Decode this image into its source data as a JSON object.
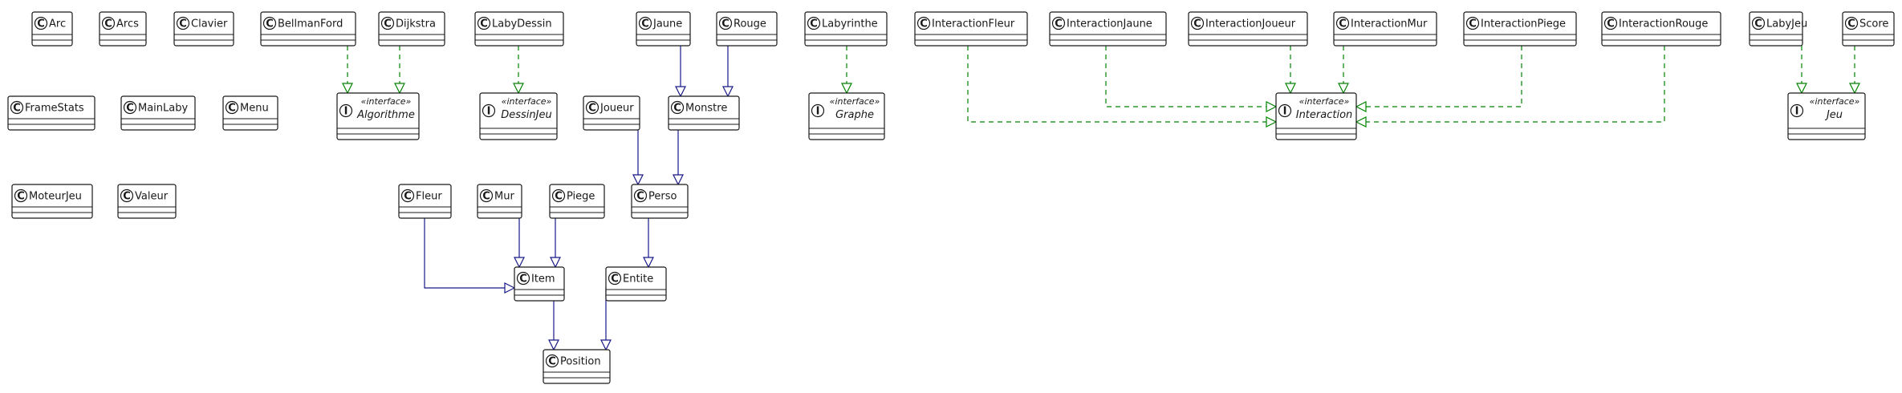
{
  "colors": {
    "background": "#ffffff",
    "box_stroke": "#181818",
    "box_fill": "#ffffff",
    "inheritance": "#181888",
    "realization": "#008400",
    "class_badge_fill": "#ffffff",
    "interface_badge_fill": "#ffffff"
  },
  "stereotype_label": "«interface»",
  "classes": [
    {
      "id": "Arc",
      "name": "Arc",
      "kind": "class"
    },
    {
      "id": "Arcs",
      "name": "Arcs",
      "kind": "class"
    },
    {
      "id": "Clavier",
      "name": "Clavier",
      "kind": "class"
    },
    {
      "id": "BellmanFord",
      "name": "BellmanFord",
      "kind": "class"
    },
    {
      "id": "Dijkstra",
      "name": "Dijkstra",
      "kind": "class"
    },
    {
      "id": "LabyDessin",
      "name": "LabyDessin",
      "kind": "class"
    },
    {
      "id": "Jaune",
      "name": "Jaune",
      "kind": "class"
    },
    {
      "id": "Rouge",
      "name": "Rouge",
      "kind": "class"
    },
    {
      "id": "Labyrinthe",
      "name": "Labyrinthe",
      "kind": "class"
    },
    {
      "id": "InteractionFleur",
      "name": "InteractionFleur",
      "kind": "class"
    },
    {
      "id": "InteractionJaune",
      "name": "InteractionJaune",
      "kind": "class"
    },
    {
      "id": "InteractionJoueur",
      "name": "InteractionJoueur",
      "kind": "class"
    },
    {
      "id": "InteractionMur",
      "name": "InteractionMur",
      "kind": "class"
    },
    {
      "id": "InteractionPiege",
      "name": "InteractionPiege",
      "kind": "class"
    },
    {
      "id": "InteractionRouge",
      "name": "InteractionRouge",
      "kind": "class"
    },
    {
      "id": "LabyJeu",
      "name": "LabyJeu",
      "kind": "class"
    },
    {
      "id": "Score",
      "name": "Score",
      "kind": "class"
    },
    {
      "id": "FrameStats",
      "name": "FrameStats",
      "kind": "class"
    },
    {
      "id": "MainLaby",
      "name": "MainLaby",
      "kind": "class"
    },
    {
      "id": "Menu",
      "name": "Menu",
      "kind": "class"
    },
    {
      "id": "Algorithme",
      "name": "Algorithme",
      "kind": "interface"
    },
    {
      "id": "DessinJeu",
      "name": "DessinJeu",
      "kind": "interface"
    },
    {
      "id": "Joueur",
      "name": "Joueur",
      "kind": "class"
    },
    {
      "id": "Monstre",
      "name": "Monstre",
      "kind": "class"
    },
    {
      "id": "Graphe",
      "name": "Graphe",
      "kind": "interface"
    },
    {
      "id": "Interaction",
      "name": "Interaction",
      "kind": "interface"
    },
    {
      "id": "Jeu",
      "name": "Jeu",
      "kind": "interface"
    },
    {
      "id": "MoteurJeu",
      "name": "MoteurJeu",
      "kind": "class"
    },
    {
      "id": "Valeur",
      "name": "Valeur",
      "kind": "class"
    },
    {
      "id": "Fleur",
      "name": "Fleur",
      "kind": "class"
    },
    {
      "id": "Mur",
      "name": "Mur",
      "kind": "class"
    },
    {
      "id": "Piege",
      "name": "Piege",
      "kind": "class"
    },
    {
      "id": "Perso",
      "name": "Perso",
      "kind": "class"
    },
    {
      "id": "Item",
      "name": "Item",
      "kind": "class"
    },
    {
      "id": "Entite",
      "name": "Entite",
      "kind": "class"
    },
    {
      "id": "Position",
      "name": "Position",
      "kind": "class"
    }
  ],
  "relations": [
    {
      "from": "BellmanFord",
      "to": "Algorithme",
      "type": "realization"
    },
    {
      "from": "Dijkstra",
      "to": "Algorithme",
      "type": "realization"
    },
    {
      "from": "LabyDessin",
      "to": "DessinJeu",
      "type": "realization"
    },
    {
      "from": "Jaune",
      "to": "Monstre",
      "type": "inheritance"
    },
    {
      "from": "Rouge",
      "to": "Monstre",
      "type": "inheritance"
    },
    {
      "from": "Labyrinthe",
      "to": "Graphe",
      "type": "realization"
    },
    {
      "from": "InteractionFleur",
      "to": "Interaction",
      "type": "realization"
    },
    {
      "from": "InteractionJaune",
      "to": "Interaction",
      "type": "realization"
    },
    {
      "from": "InteractionJoueur",
      "to": "Interaction",
      "type": "realization"
    },
    {
      "from": "InteractionMur",
      "to": "Interaction",
      "type": "realization"
    },
    {
      "from": "InteractionPiege",
      "to": "Interaction",
      "type": "realization"
    },
    {
      "from": "InteractionRouge",
      "to": "Interaction",
      "type": "realization"
    },
    {
      "from": "LabyJeu",
      "to": "Jeu",
      "type": "realization"
    },
    {
      "from": "Score",
      "to": "Jeu",
      "type": "realization"
    },
    {
      "from": "Joueur",
      "to": "Perso",
      "type": "inheritance"
    },
    {
      "from": "Monstre",
      "to": "Perso",
      "type": "inheritance"
    },
    {
      "from": "Fleur",
      "to": "Item",
      "type": "inheritance"
    },
    {
      "from": "Mur",
      "to": "Item",
      "type": "inheritance"
    },
    {
      "from": "Piege",
      "to": "Item",
      "type": "inheritance"
    },
    {
      "from": "Perso",
      "to": "Entite",
      "type": "inheritance"
    },
    {
      "from": "Item",
      "to": "Position",
      "type": "inheritance"
    },
    {
      "from": "Entite",
      "to": "Position",
      "type": "inheritance"
    }
  ]
}
